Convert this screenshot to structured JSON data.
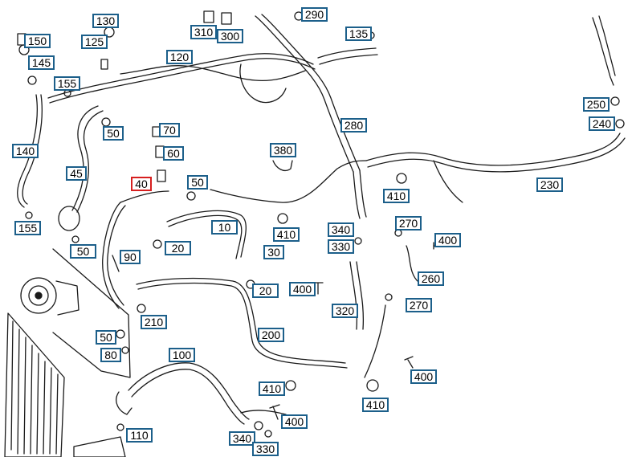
{
  "diagram": {
    "highlight_color": "#d71f1f",
    "label_border_color": "#1c5f8a",
    "line_color": "#1a1a1a",
    "labels": [
      {
        "id": "130",
        "text": "130"
      },
      {
        "id": "150",
        "text": "150"
      },
      {
        "id": "125",
        "text": "125"
      },
      {
        "id": "145",
        "text": "145"
      },
      {
        "id": "155a",
        "text": "155"
      },
      {
        "id": "120",
        "text": "120"
      },
      {
        "id": "310",
        "text": "310"
      },
      {
        "id": "300",
        "text": "300"
      },
      {
        "id": "290",
        "text": "290"
      },
      {
        "id": "135",
        "text": "135"
      },
      {
        "id": "250",
        "text": "250"
      },
      {
        "id": "240",
        "text": "240"
      },
      {
        "id": "280",
        "text": "280"
      },
      {
        "id": "70",
        "text": "70"
      },
      {
        "id": "50a",
        "text": "50"
      },
      {
        "id": "140",
        "text": "140"
      },
      {
        "id": "60",
        "text": "60"
      },
      {
        "id": "380",
        "text": "380"
      },
      {
        "id": "45",
        "text": "45"
      },
      {
        "id": "40",
        "text": "40",
        "highlight": true
      },
      {
        "id": "50b",
        "text": "50"
      },
      {
        "id": "230",
        "text": "230"
      },
      {
        "id": "410a",
        "text": "410"
      },
      {
        "id": "155b",
        "text": "155"
      },
      {
        "id": "10",
        "text": "10"
      },
      {
        "id": "410b",
        "text": "410"
      },
      {
        "id": "270a",
        "text": "270"
      },
      {
        "id": "340a",
        "text": "340"
      },
      {
        "id": "400a",
        "text": "400"
      },
      {
        "id": "20a",
        "text": "20"
      },
      {
        "id": "330a",
        "text": "330"
      },
      {
        "id": "30",
        "text": "30"
      },
      {
        "id": "50c",
        "text": "50"
      },
      {
        "id": "90",
        "text": "90"
      },
      {
        "id": "260",
        "text": "260"
      },
      {
        "id": "20b",
        "text": "20"
      },
      {
        "id": "400b",
        "text": "400"
      },
      {
        "id": "270b",
        "text": "270"
      },
      {
        "id": "320",
        "text": "320"
      },
      {
        "id": "210",
        "text": "210"
      },
      {
        "id": "50d",
        "text": "50"
      },
      {
        "id": "200",
        "text": "200"
      },
      {
        "id": "80",
        "text": "80"
      },
      {
        "id": "100",
        "text": "100"
      },
      {
        "id": "400c",
        "text": "400"
      },
      {
        "id": "410c",
        "text": "410"
      },
      {
        "id": "410d",
        "text": "410"
      },
      {
        "id": "400d",
        "text": "400"
      },
      {
        "id": "110",
        "text": "110"
      },
      {
        "id": "340b",
        "text": "340"
      },
      {
        "id": "330b",
        "text": "330"
      }
    ]
  }
}
